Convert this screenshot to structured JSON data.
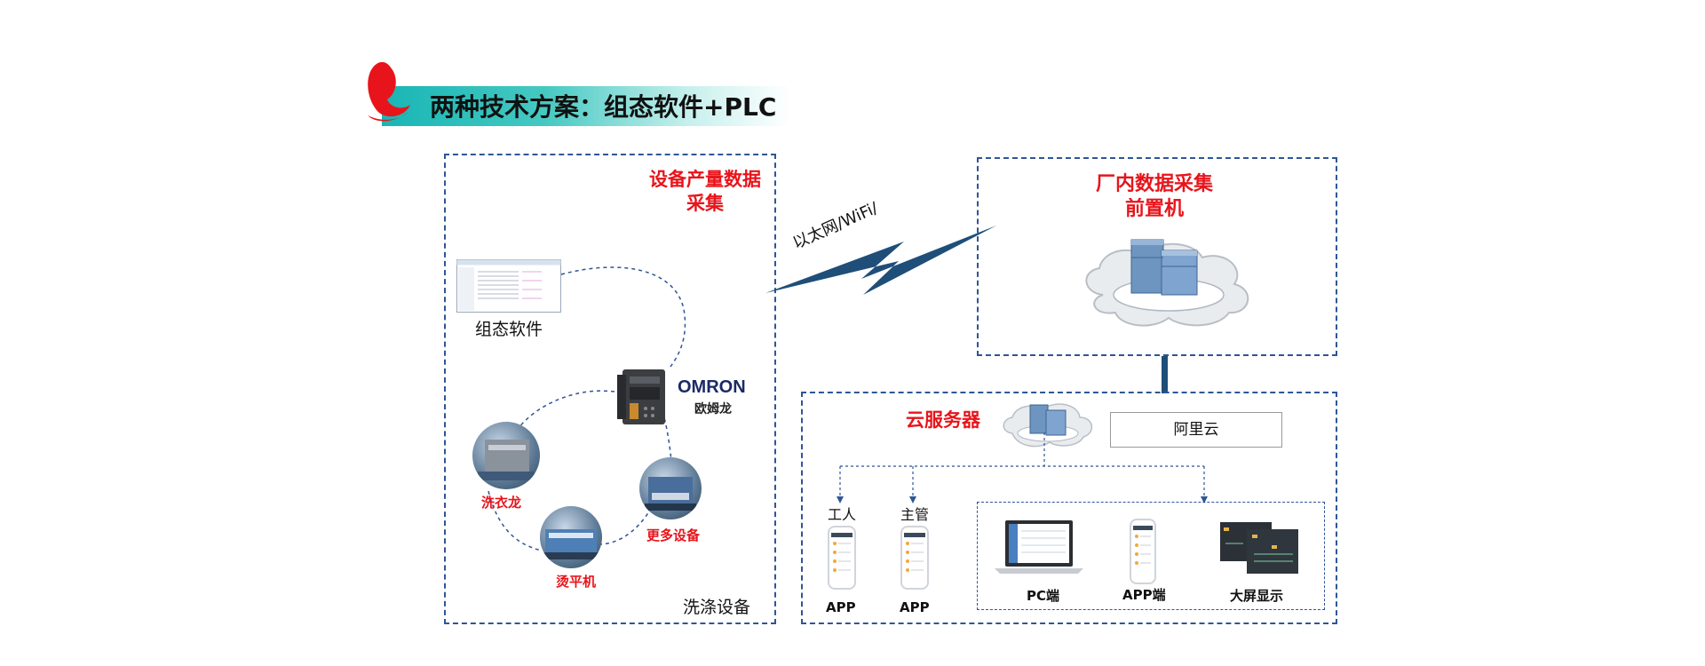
{
  "header": {
    "title": "两种技术方案：组态软件+PLC"
  },
  "left_box": {
    "title_line1": "设备产量数据",
    "title_line2": "采集",
    "software_label": "组态软件",
    "plc_brand": "OMRON",
    "plc_brand_cn": "欧姆龙",
    "devices": [
      "洗衣龙",
      "烫平机",
      "更多设备"
    ],
    "footer_label": "洗涤设备"
  },
  "link": {
    "label": "以太网/WiFi/"
  },
  "gateway_box": {
    "title_line1": "厂内数据采集",
    "title_line2": "前置机"
  },
  "cloud_box": {
    "title": "云服务器",
    "provider": "阿里云",
    "roles": [
      "工人",
      "主管"
    ],
    "app_label": "APP",
    "clients": [
      "PC端",
      "APP端",
      "大屏显示"
    ]
  },
  "colors": {
    "accent_red": "#e8141b",
    "border_blue": "#2f5597",
    "banner_teal": "#18b6b5"
  },
  "icons": [
    "logo-icon",
    "lightning-icon",
    "server-icon",
    "cloud-icon",
    "phone-icon",
    "laptop-icon",
    "monitor-icon",
    "plc-icon"
  ]
}
